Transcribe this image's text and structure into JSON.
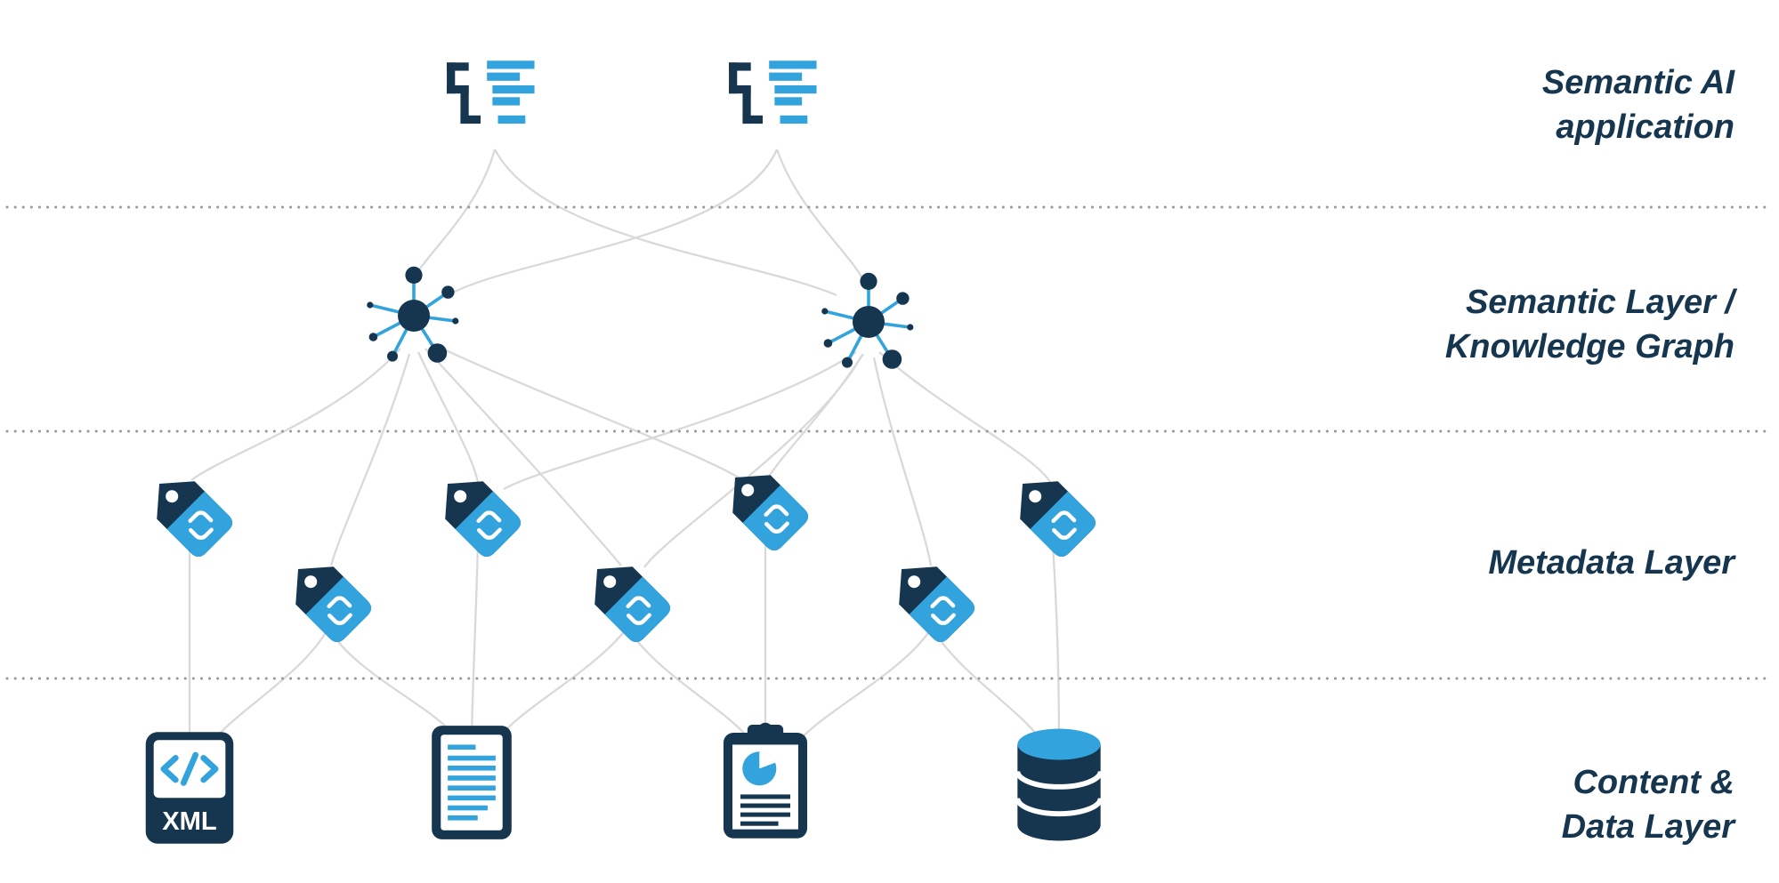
{
  "colors": {
    "dark_navy": "#16364f",
    "accent_blue": "#33a3dd",
    "connector_gray": "#d9d9d9",
    "separator_gray": "#999999"
  },
  "layers": [
    {
      "id": "semantic-ai-application",
      "label": "Semantic AI\napplication"
    },
    {
      "id": "semantic-layer-knowledge-graph",
      "label": "Semantic Layer /\nKnowledge Graph"
    },
    {
      "id": "metadata-layer",
      "label": "Metadata Layer"
    },
    {
      "id": "content-data-layer",
      "label": "Content &\nData Layer"
    }
  ],
  "icons": [
    {
      "name": "hierarchy-taxonomy-icon",
      "count": 2,
      "layer": "Semantic AI application"
    },
    {
      "name": "knowledge-graph-icon",
      "count": 2,
      "layer": "Semantic Layer / Knowledge Graph"
    },
    {
      "name": "metadata-tag-icon",
      "count": 7,
      "layer": "Metadata Layer"
    },
    {
      "name": "xml-file-icon",
      "count": 1,
      "layer": "Content & Data Layer"
    },
    {
      "name": "text-document-icon",
      "count": 1,
      "layer": "Content & Data Layer"
    },
    {
      "name": "report-clipboard-icon",
      "count": 1,
      "layer": "Content & Data Layer"
    },
    {
      "name": "database-icon",
      "count": 1,
      "layer": "Content & Data Layer"
    }
  ],
  "badges": {
    "xml": "XML"
  }
}
